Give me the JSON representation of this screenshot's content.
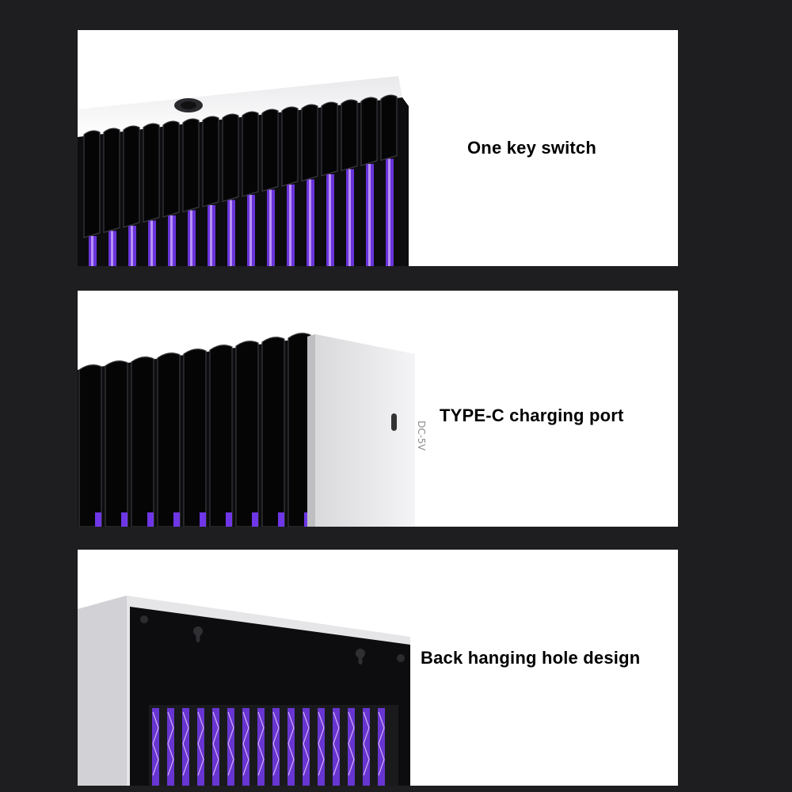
{
  "panels": [
    {
      "caption": "One key switch"
    },
    {
      "caption": "TYPE-C charging port",
      "port_label": "DC-5V"
    },
    {
      "caption": "Back hanging hole design"
    }
  ],
  "colors": {
    "background": "#1e1e20",
    "panel": "#ffffff",
    "device_body": "#0d0d0f",
    "uv_glow": "#7a3cff"
  }
}
